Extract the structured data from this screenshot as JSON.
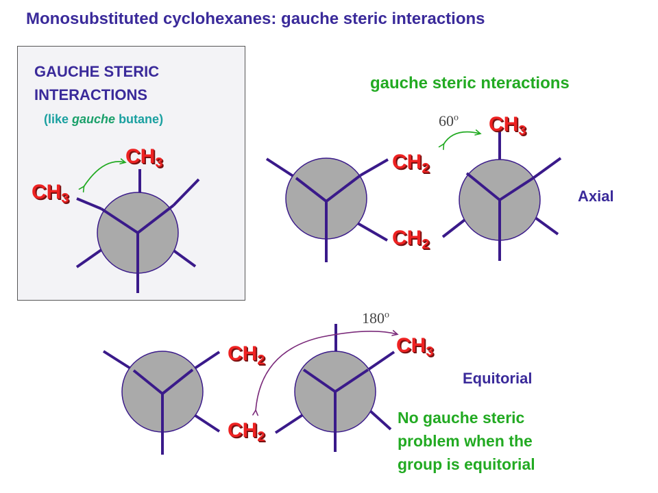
{
  "title": "Monosubstituted cyclohexanes:  gauche steric interactions",
  "inset": {
    "heading_line1": "GAUCHE STERIC",
    "heading_line2": "INTERACTIONS",
    "sub_prefix": "(like ",
    "sub_italic": "gauche",
    "sub_suffix": " butane)",
    "group_top": {
      "main": "CH",
      "sub": "3"
    },
    "group_left": {
      "main": "CH",
      "sub": "3"
    }
  },
  "axial": {
    "heading": "gauche steric nteractions",
    "angle": {
      "value": "60",
      "unit": "o"
    },
    "ch3": {
      "main": "CH",
      "sub": "3"
    },
    "ch2_upper": {
      "main": "CH",
      "sub": "2"
    },
    "ch2_lower": {
      "main": "CH",
      "sub": "2"
    },
    "label": "Axial"
  },
  "equatorial": {
    "angle": {
      "value": "180",
      "unit": "o"
    },
    "ch3": {
      "main": "CH",
      "sub": "3"
    },
    "ch2_upper": {
      "main": "CH",
      "sub": "2"
    },
    "ch2_lower": {
      "main": "CH",
      "sub": "2"
    },
    "label": "Equitorial",
    "note_line1": "No gauche steric",
    "note_line2": "problem when the",
    "note_line3": "group is equitorial"
  },
  "colors": {
    "bond": "#3a1a8a",
    "circle_fill": "#aaaaaa",
    "group_text": "#ee2222",
    "heading_green": "#22aa22",
    "label_purple": "#3a2a9a"
  }
}
